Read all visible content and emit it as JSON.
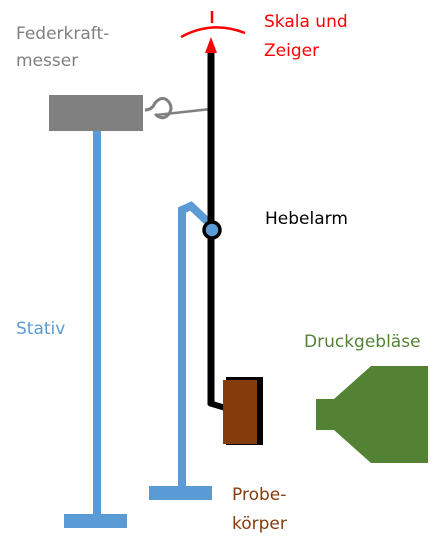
{
  "labels": {
    "federkraft_line1": "Federkraft-",
    "federkraft_line2": "messer",
    "skala_line1": "Skala und",
    "skala_line2": "Zeiger",
    "hebelarm": "Hebelarm",
    "stativ": "Stativ",
    "druck": "Druckgebläse",
    "probe_line1": "Probe-",
    "probe_line2": "körper"
  },
  "colors": {
    "federkraft": "#808080",
    "skala": "#ff0000",
    "hebelarm": "#000000",
    "stativ": "#5b9bd5",
    "druck": "#548235",
    "probe": "#843c0c",
    "lever": "#000000"
  }
}
